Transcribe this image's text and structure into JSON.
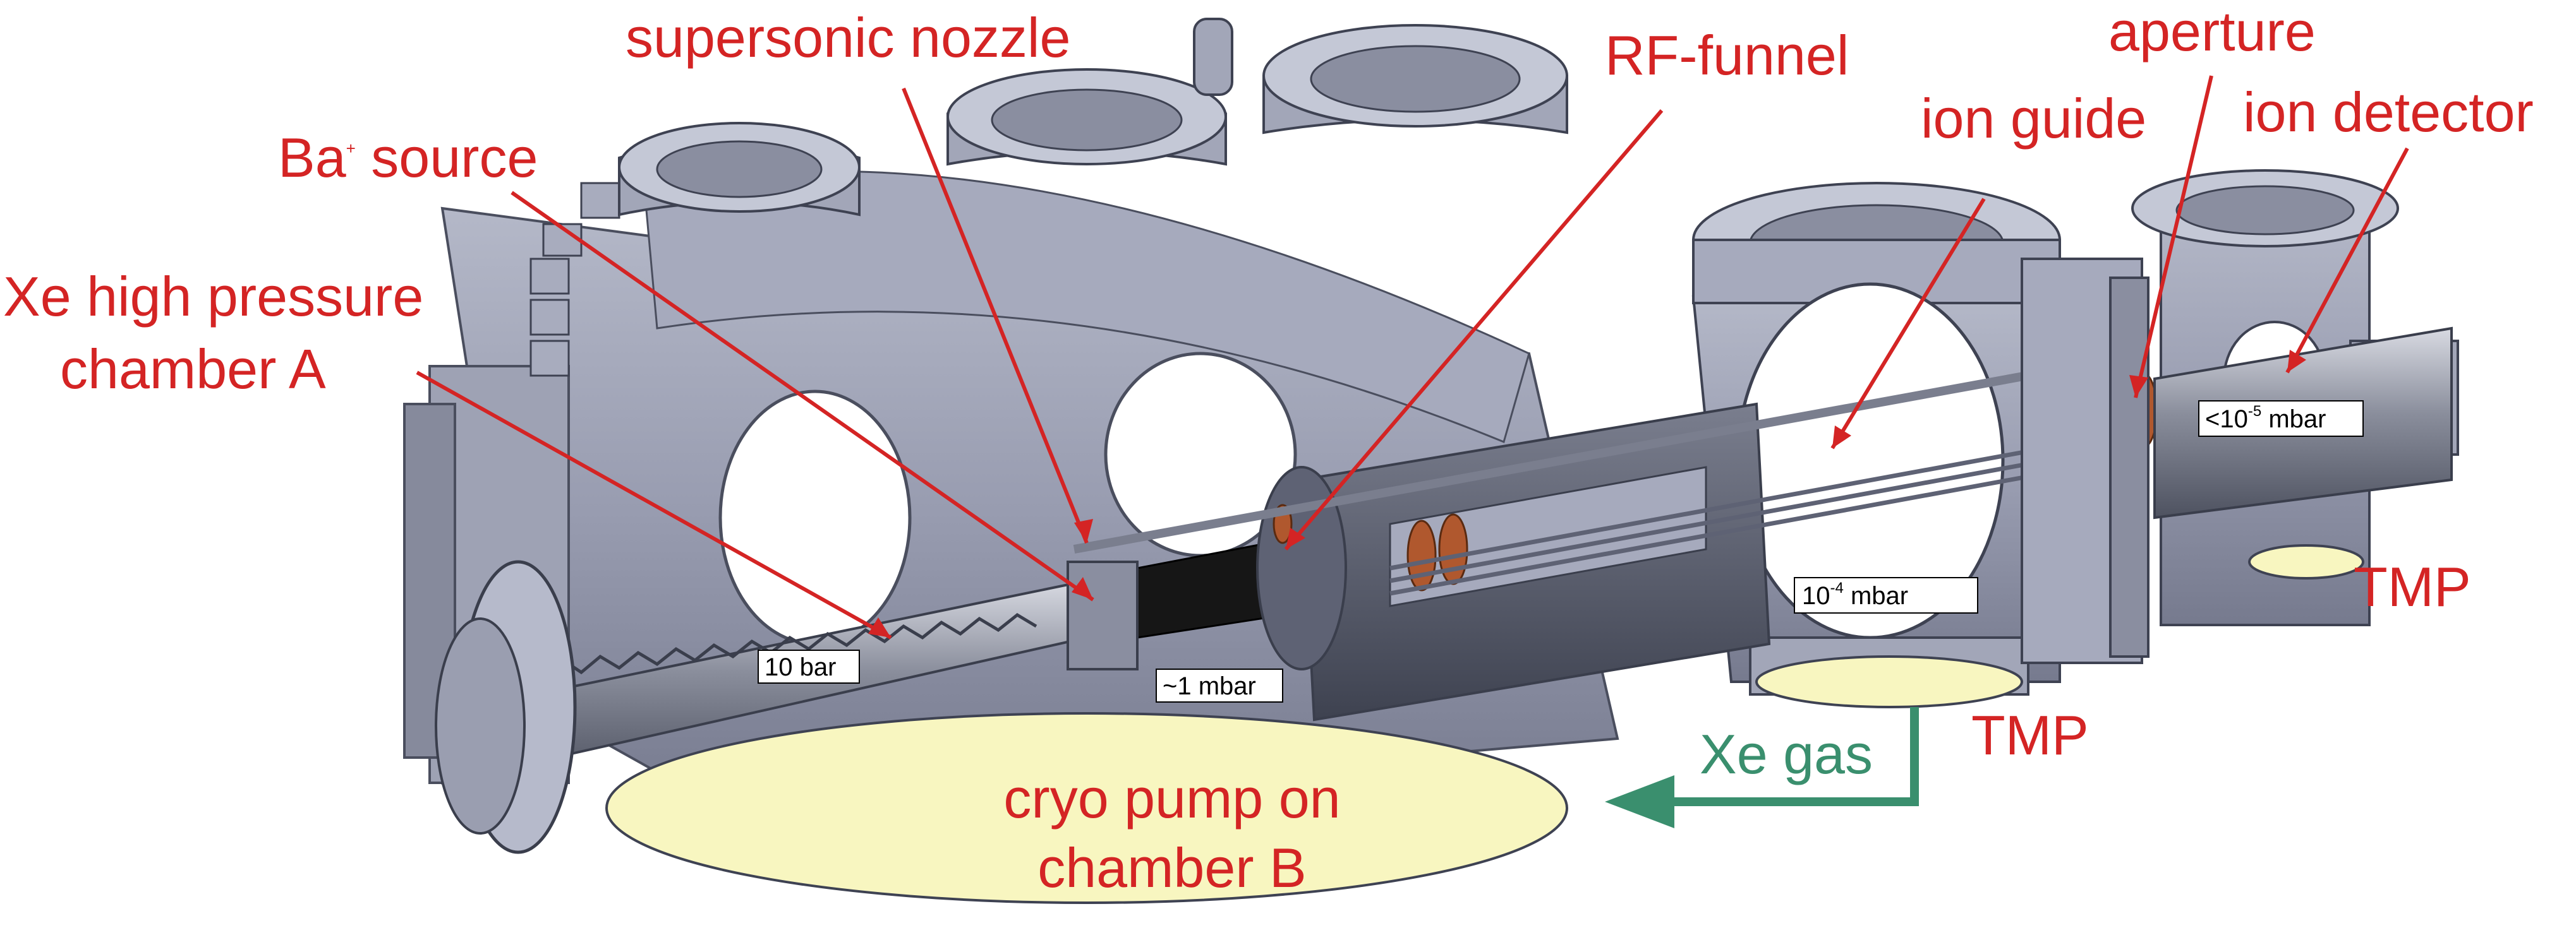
{
  "labels": {
    "supersonic_nozzle": "supersonic nozzle",
    "rf_funnel": "RF-funnel",
    "aperture": "aperture",
    "ion_guide": "ion guide",
    "ion_detector": "ion detector",
    "ba_source_base": "Ba",
    "ba_source_sup": "+",
    "ba_source_rest": " source",
    "xe_chamber_line1": "Xe high pressure",
    "xe_chamber_line2": "chamber A",
    "tmp_right": "TMP",
    "tmp_middle": "TMP",
    "xe_gas": "Xe gas",
    "cryo_line1": "cryo pump on",
    "cryo_line2": "chamber B"
  },
  "pressures": {
    "p_10bar": "10 bar",
    "p_1mbar": "~1 mbar",
    "p_1e4_base": "10",
    "p_1e4_exp": "-4",
    "p_1e4_unit": " mbar",
    "p_1e5_base": "<10",
    "p_1e5_exp": "-5",
    "p_1e5_unit": " mbar"
  },
  "colors": {
    "label_red": "#d42424",
    "xe_gas_green": "#3a8f6e",
    "pump_fill": "#f8f6c0",
    "steel": "#8e92a6",
    "steel_dark": "#5e6274",
    "copper": "#b0582e"
  }
}
